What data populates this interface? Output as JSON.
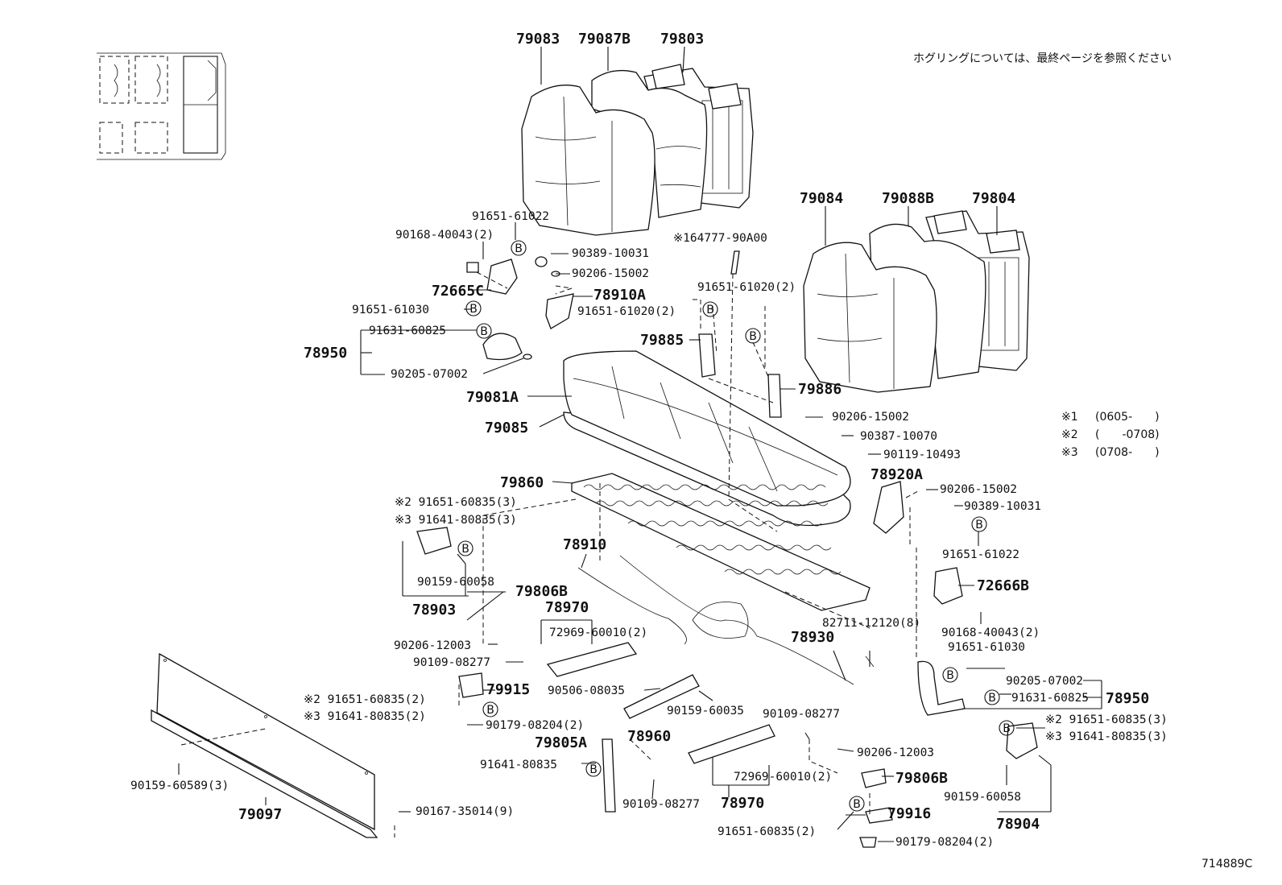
{
  "diagram": {
    "note": "ホグリングについては、最終ページを参照ください",
    "ref_number": "714889C",
    "variants": [
      {
        "mark": "※1",
        "range": "(0605-　　)"
      },
      {
        "mark": "※2",
        "range": "(　　-0708)"
      },
      {
        "mark": "※3",
        "range": "(0708-　　)"
      }
    ],
    "callouts": {
      "c79083": "79083",
      "c79087B": "79087B",
      "c79803": "79803",
      "c79084": "79084",
      "c79088B": "79088B",
      "c79804": "79804",
      "c91651_61022_a": "91651-61022",
      "c90168_40043_a": "90168-40043(2)",
      "c90389_10031_a": "90389-10031",
      "c90206_15002_a": "90206-15002",
      "c72665C": "72665C",
      "c78910A": "78910A",
      "c91651_61030_a": "91651-61030",
      "c91651_61020_2a": "91651-61020(2)",
      "c91631_60825_a": "91631-60825",
      "c78950_a": "78950",
      "c90205_07002_a": "90205-07002",
      "c164777": "※164777-90A00",
      "c91651_61020_2b": "91651-61020(2)",
      "c79885": "79885",
      "c79886": "79886",
      "c79081A": "79081A",
      "c79085": "79085",
      "c90206_15002_b": "90206-15002",
      "c90387_10070": "90387-10070",
      "c90119_10493": "90119-10493",
      "c79860": "79860",
      "c78920A": "78920A",
      "c90206_15002_c": "90206-15002",
      "c90389_10031_b": "90389-10031",
      "c91651_61022_b": "91651-61022",
      "c2_91651_60835_3a": "※2 91651-60835(3)",
      "c3_91641_80835_3a": "※3 91641-80835(3)",
      "c78910": "78910",
      "c72666B": "72666B",
      "c90159_60058_a": "90159-60058",
      "c79806B_a": "79806B",
      "c78903": "78903",
      "c78970_a": "78970",
      "c72969_60010_2a": "72969-60010(2)",
      "c90168_40043_b": "90168-40043(2)",
      "c82711_12120": "82711-12120(8)",
      "c78930": "78930",
      "c91651_61030_b": "91651-61030",
      "c90206_12003_a": "90206-12003",
      "c90109_08277_a": "90109-08277",
      "c90205_07002_b": "90205-07002",
      "c91631_60825_b": "91631-60825",
      "c78950_b": "78950",
      "c79915": "79915",
      "c90506_08035": "90506-08035",
      "c2_91651_60835_2": "※2 91651-60835(2)",
      "c3_91641_80835_2": "※3 91641-80835(2)",
      "c90159_60035": "90159-60035",
      "c90109_08277_b": "90109-08277",
      "c2_91651_60835_3b": "※2 91651-60835(3)",
      "c3_91641_80835_3b": "※3 91641-80835(3)",
      "c90179_08204_2a": "90179-08204(2)",
      "c78960": "78960",
      "c79805A": "79805A",
      "c91641_80835": "91641-80835",
      "c90206_12003_b": "90206-12003",
      "c72969_60010_2b": "72969-60010(2)",
      "c79806B_b": "79806B",
      "c90159_60589_3": "90159-60589(3)",
      "c90109_08277_c": "90109-08277",
      "c78970_b": "78970",
      "c90159_60058_b": "90159-60058",
      "c79097": "79097",
      "c90167_35014_9": "90167-35014(9)",
      "c79916": "79916",
      "c78904": "78904",
      "c91651_60835_2": "91651-60835(2)",
      "c90179_08204_2b": "90179-08204(2)"
    },
    "b_marker": "B"
  }
}
